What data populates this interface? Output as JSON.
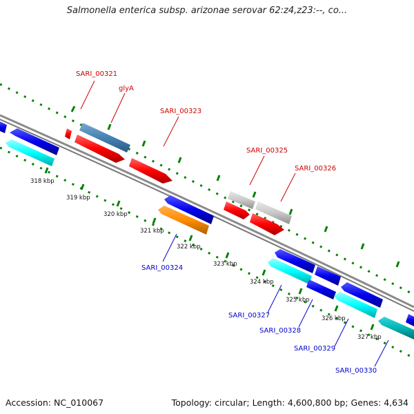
{
  "title": "Salmonella enterica subsp. arizonae serovar 62:z4,z23:--, co...",
  "footer": {
    "accession": "Accession: NC_010067",
    "topology": "Topology: circular; Length: 4,600,800 bp; Genes: 4,634"
  },
  "ticks": [
    "318 kbp",
    "319 kbp",
    "320 kbp",
    "321 kbp",
    "322 kbp",
    "323 kbp",
    "324 kbp",
    "325 kbp",
    "326 kbp",
    "327 kbp"
  ],
  "top_labels": [
    "SARI_00321",
    "glyA",
    "SARI_00323",
    "SARI_00325",
    "SARI_00326"
  ],
  "bottom_labels": [
    "SARI_00324",
    "SARI_00327",
    "SARI_00328",
    "SARI_00329",
    "SARI_00330"
  ],
  "colors": {
    "forward_red": "#ff0000",
    "forward_grey": "#c8c8c8",
    "forward_steelblue": "#4682b4",
    "reverse_blue": "#0000ee",
    "reverse_cyan": "#00ffff",
    "reverse_orange": "#ff8c00",
    "reverse_teal": "#00b4b4",
    "backbone": "#8a8a8a",
    "dotted_ring": "#008000",
    "label_red": "#cc0000",
    "label_blue": "#0000cc"
  }
}
